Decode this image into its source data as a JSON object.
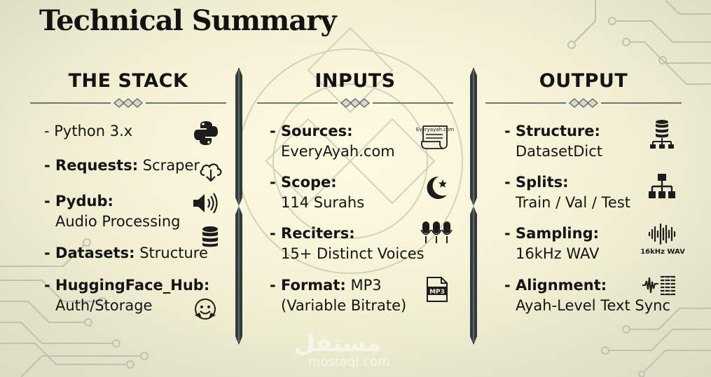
{
  "title": "Technical Summary",
  "columns": [
    {
      "heading": "THE STACK",
      "items": [
        {
          "label": "",
          "text": "- Python 3.x",
          "icon": "python-icon"
        },
        {
          "label": "- Requests:",
          "text": " Scraper",
          "icon": "cloud-download-icon"
        },
        {
          "label": "- Pydub:",
          "text": "Audio Processing",
          "icon": "speaker-icon"
        },
        {
          "label": "- Datasets:",
          "text": " Structure",
          "icon": "database-icon"
        },
        {
          "label": "- HuggingFace_Hub:",
          "text": "Auth/Storage",
          "icon": "hugging-face-icon"
        }
      ]
    },
    {
      "heading": "INPUTS",
      "items": [
        {
          "label": "- Sources:",
          "text": "EveryAyah.com",
          "icon": "scroll-icon",
          "icon_text": "Everyayah.com"
        },
        {
          "label": "- Scope:",
          "text": "114 Surahs",
          "icon": "crescent-star-icon"
        },
        {
          "label": "- Reciters:",
          "text": "15+ Distinct Voices",
          "icon": "microphones-icon"
        },
        {
          "label": "- Format:",
          "inline": " MP3",
          "text": "(Variable Bitrate)",
          "icon": "mp3-file-icon",
          "icon_text": "MP3"
        }
      ]
    },
    {
      "heading": "OUTPUT",
      "items": [
        {
          "label": "- Structure:",
          "text": "DatasetDict",
          "icon": "database-tree-icon"
        },
        {
          "label": "- Splits:",
          "text": "Train / Val / Test",
          "icon": "hierarchy-icon"
        },
        {
          "label": "- Sampling:",
          "text": "16kHz WAV",
          "icon": "waveform-icon",
          "icon_text": "16kHz WAV"
        },
        {
          "label": "- Alignment:",
          "text": "Ayah-Level Text Sync",
          "icon": "waveform-text-icon"
        }
      ]
    }
  ],
  "watermark": {
    "arabic": "مستقل",
    "latin": "mostaql.com"
  },
  "colors": {
    "background": "#efecd2",
    "text": "#141414",
    "accent": "#6e7577",
    "divider": "#323a3c"
  }
}
